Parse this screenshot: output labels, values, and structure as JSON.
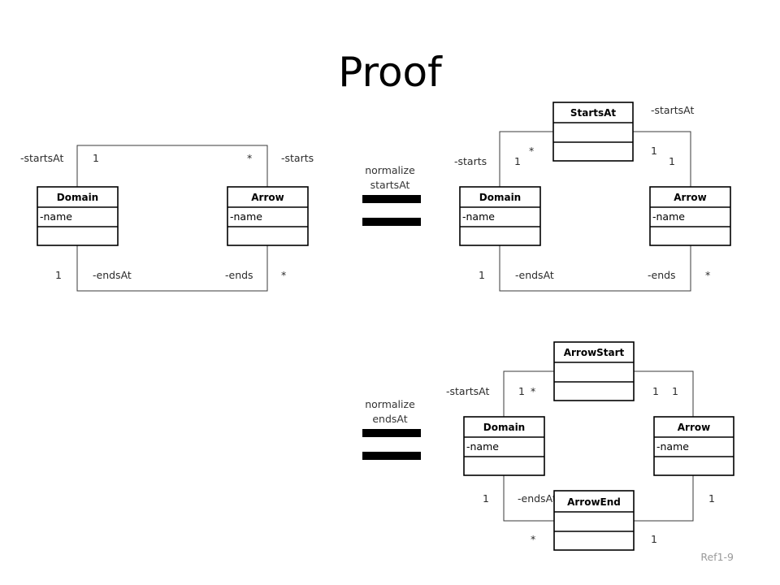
{
  "slide": {
    "title": "Proof",
    "footer": "Ref1-9"
  },
  "steps": {
    "step1": {
      "line1": "normalize",
      "line2": "startsAt"
    },
    "step2": {
      "line1": "normalize",
      "line2": "endsAt"
    }
  },
  "diagram_left": {
    "domain": {
      "name": "Domain",
      "attr": "-name"
    },
    "arrow": {
      "name": "Arrow",
      "attr": "-name"
    },
    "labels": {
      "startsAt": "-startsAt",
      "one_top": "1",
      "star_top": "*",
      "starts": "-starts",
      "one_bottom": "1",
      "endsAt": "-endsAt",
      "ends": "-ends",
      "star_bottom": "*"
    }
  },
  "diagram_right_top": {
    "middle": {
      "name": "StartsAt"
    },
    "domain": {
      "name": "Domain",
      "attr": "-name"
    },
    "arrow": {
      "name": "Arrow",
      "attr": "-name"
    },
    "labels": {
      "startsAt": "-startsAt",
      "starts": "-starts",
      "one_domain": "1",
      "star_mid_left": "*",
      "one_mid_right": "1",
      "one_arrow": "1",
      "one_bottom": "1",
      "endsAt": "-endsAt",
      "ends": "-ends",
      "star_bottom": "*"
    }
  },
  "diagram_right_bottom": {
    "middle_top": {
      "name": "ArrowStart"
    },
    "middle_bottom": {
      "name": "ArrowEnd"
    },
    "domain": {
      "name": "Domain",
      "attr": "-name"
    },
    "arrow": {
      "name": "Arrow",
      "attr": "-name"
    },
    "labels": {
      "startsAt": "-startsAt",
      "one_domain_top": "1",
      "star_start_left": "*",
      "one_start_right": "1",
      "one_arrow_top": "1",
      "one_domain_bottom": "1",
      "endsAt": "-endsAt",
      "one_arrow_bottom": "1",
      "star_end_left": "*",
      "one_end_right": "1"
    }
  }
}
